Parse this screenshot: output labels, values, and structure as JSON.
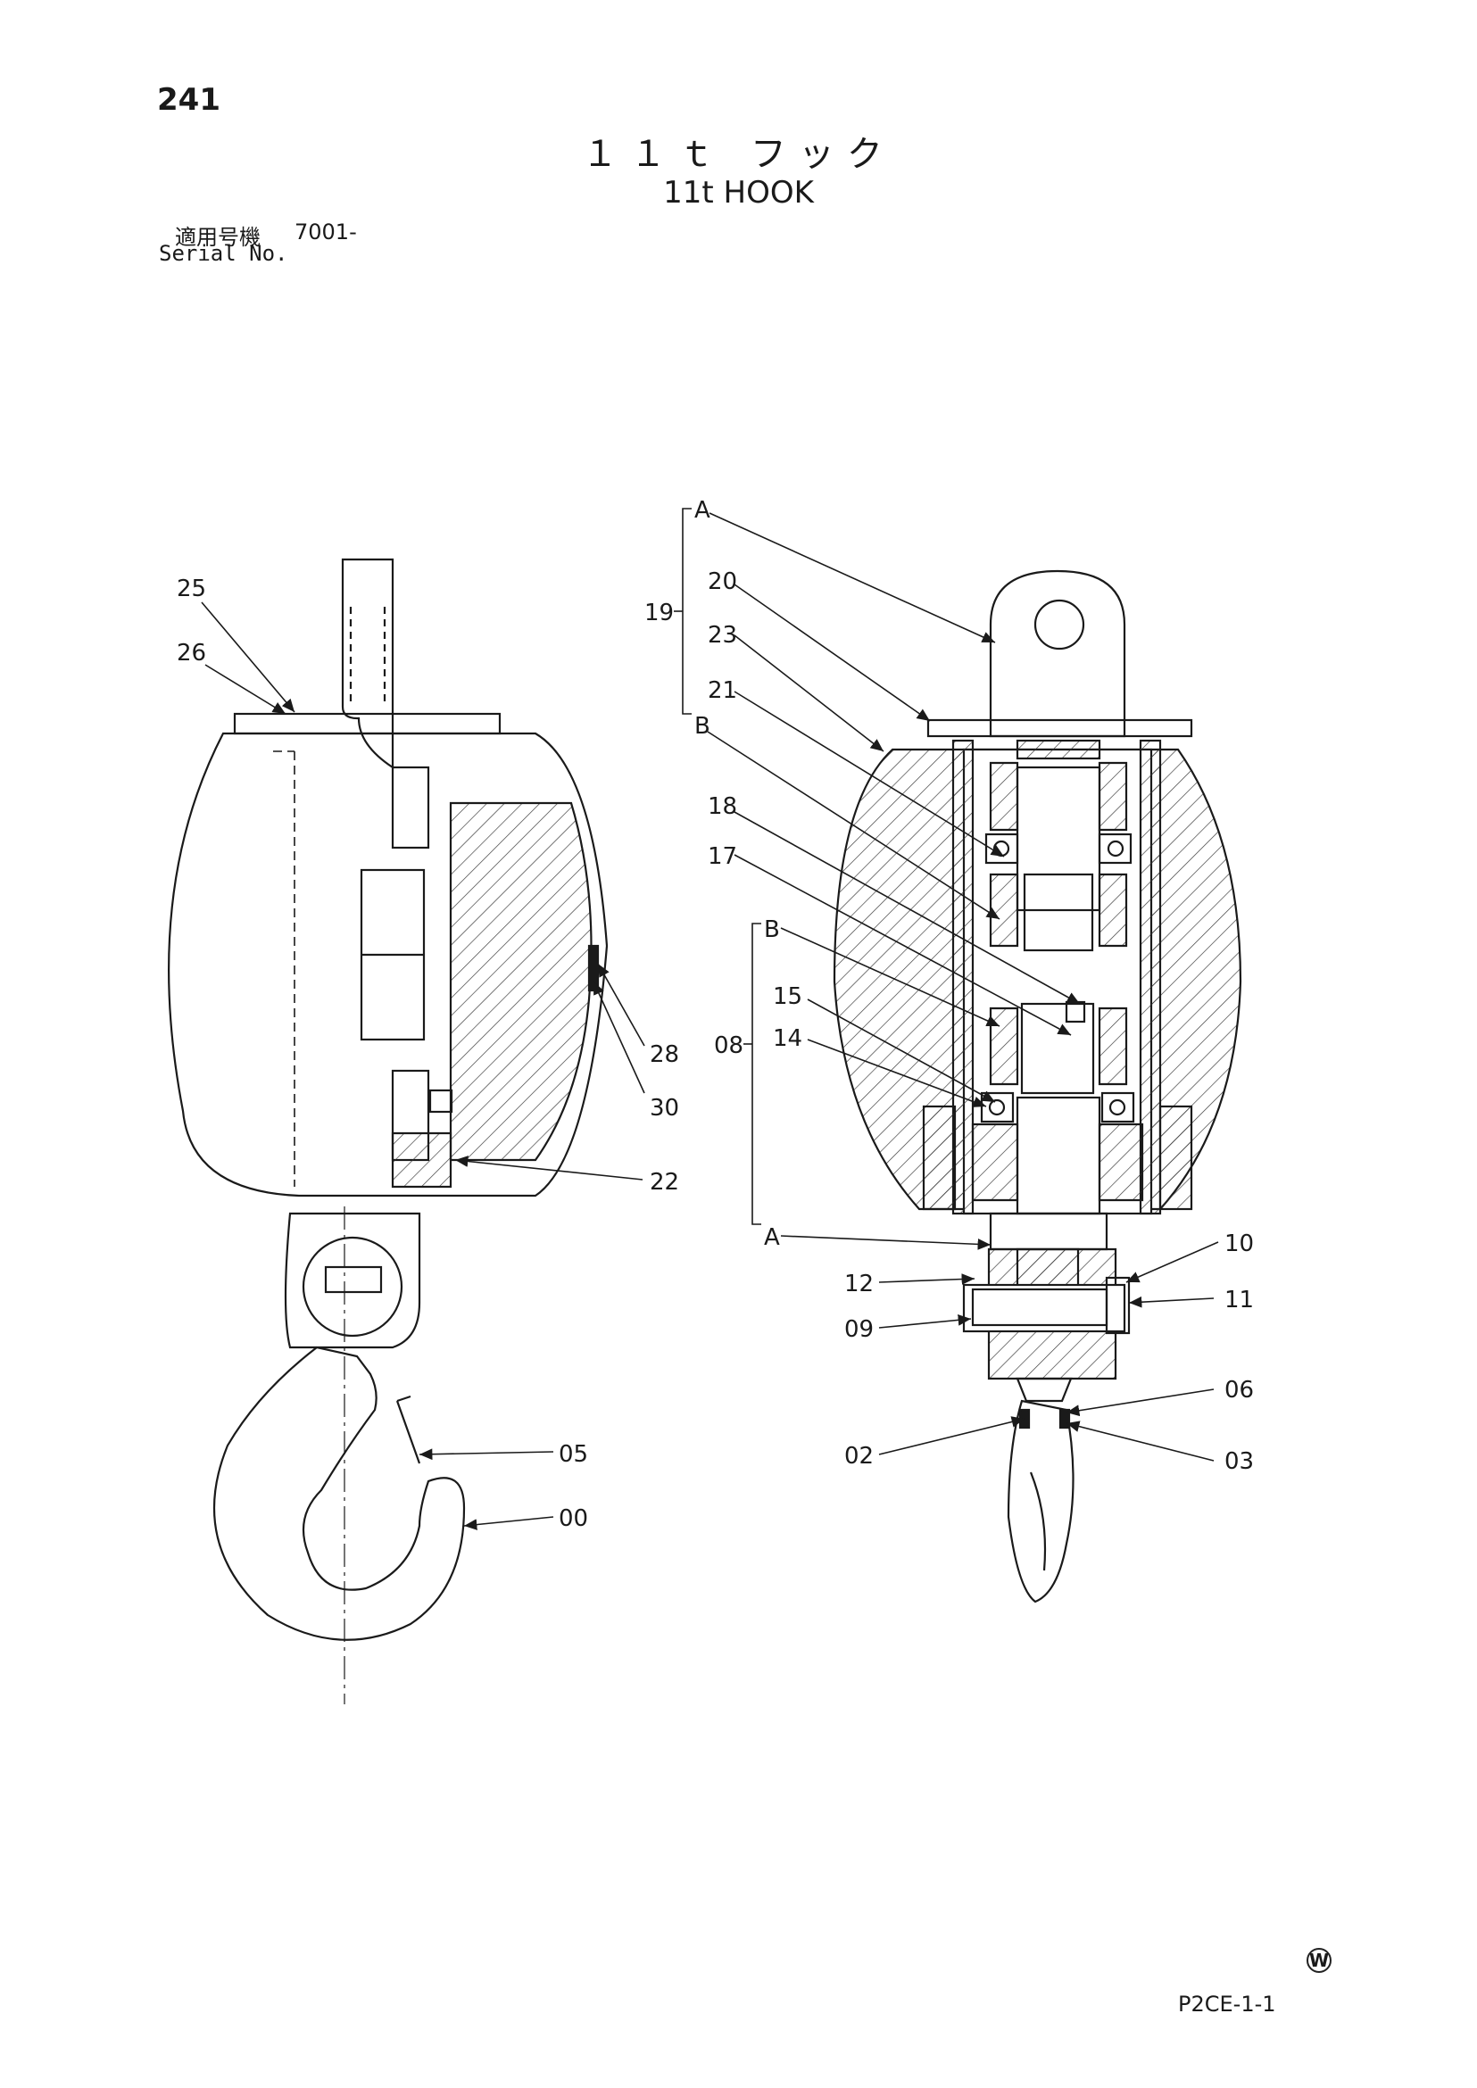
{
  "header": {
    "page_number": "241",
    "title_ja": "１１ｔ フック",
    "title_en": "11t HOOK",
    "serial_label_ja": "適用号機",
    "serial_value": "7001-",
    "serial_label_en": "Serial No."
  },
  "footer": {
    "mark": "W",
    "code": "P2CE-1-1"
  },
  "part_labels": {
    "p25": "25",
    "p26": "26",
    "p28": "28",
    "p30": "30",
    "p22": "22",
    "p05": "05",
    "p00": "00",
    "p19": "19",
    "pA_top": "A",
    "p20": "20",
    "p23": "23",
    "p21": "21",
    "pB_top": "B",
    "p18": "18",
    "p17": "17",
    "p08": "08",
    "pB_mid": "B",
    "p15": "15",
    "p14": "14",
    "pA_bot": "A",
    "p10": "10",
    "p12": "12",
    "p11": "11",
    "p09": "09",
    "p06": "06",
    "p02": "02",
    "p03": "03"
  },
  "colors": {
    "ink": "#1a1a1a",
    "paper": "#ffffff"
  }
}
